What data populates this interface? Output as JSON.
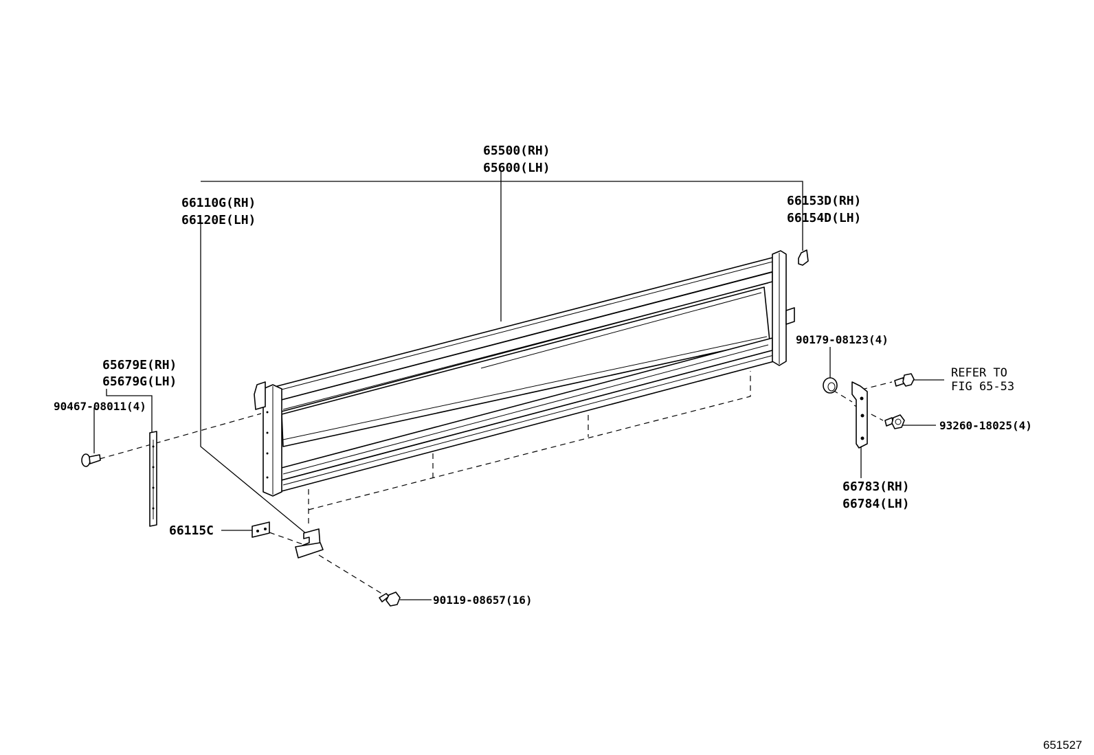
{
  "labels": {
    "side_panel": [
      "65500(RH)",
      "65600(LH)"
    ],
    "front_pillar": [
      "66110G(RH)",
      "66120E(LH)"
    ],
    "rear_cap": [
      "66153D(RH)",
      "66154D(LH)"
    ],
    "protector": [
      "65679E(RH)",
      "65679G(LH)"
    ],
    "clip": "90467-08011(4)",
    "plate": "66115C",
    "bolt_bottom": "90119-08657(16)",
    "washer": "90179-08123(4)",
    "refer": [
      "REFER TO",
      "FIG 65-53"
    ],
    "bolt_right": "93260-18025(4)",
    "hinge": [
      "66783(RH)",
      "66784(LH)"
    ],
    "figure_number": "651527"
  }
}
